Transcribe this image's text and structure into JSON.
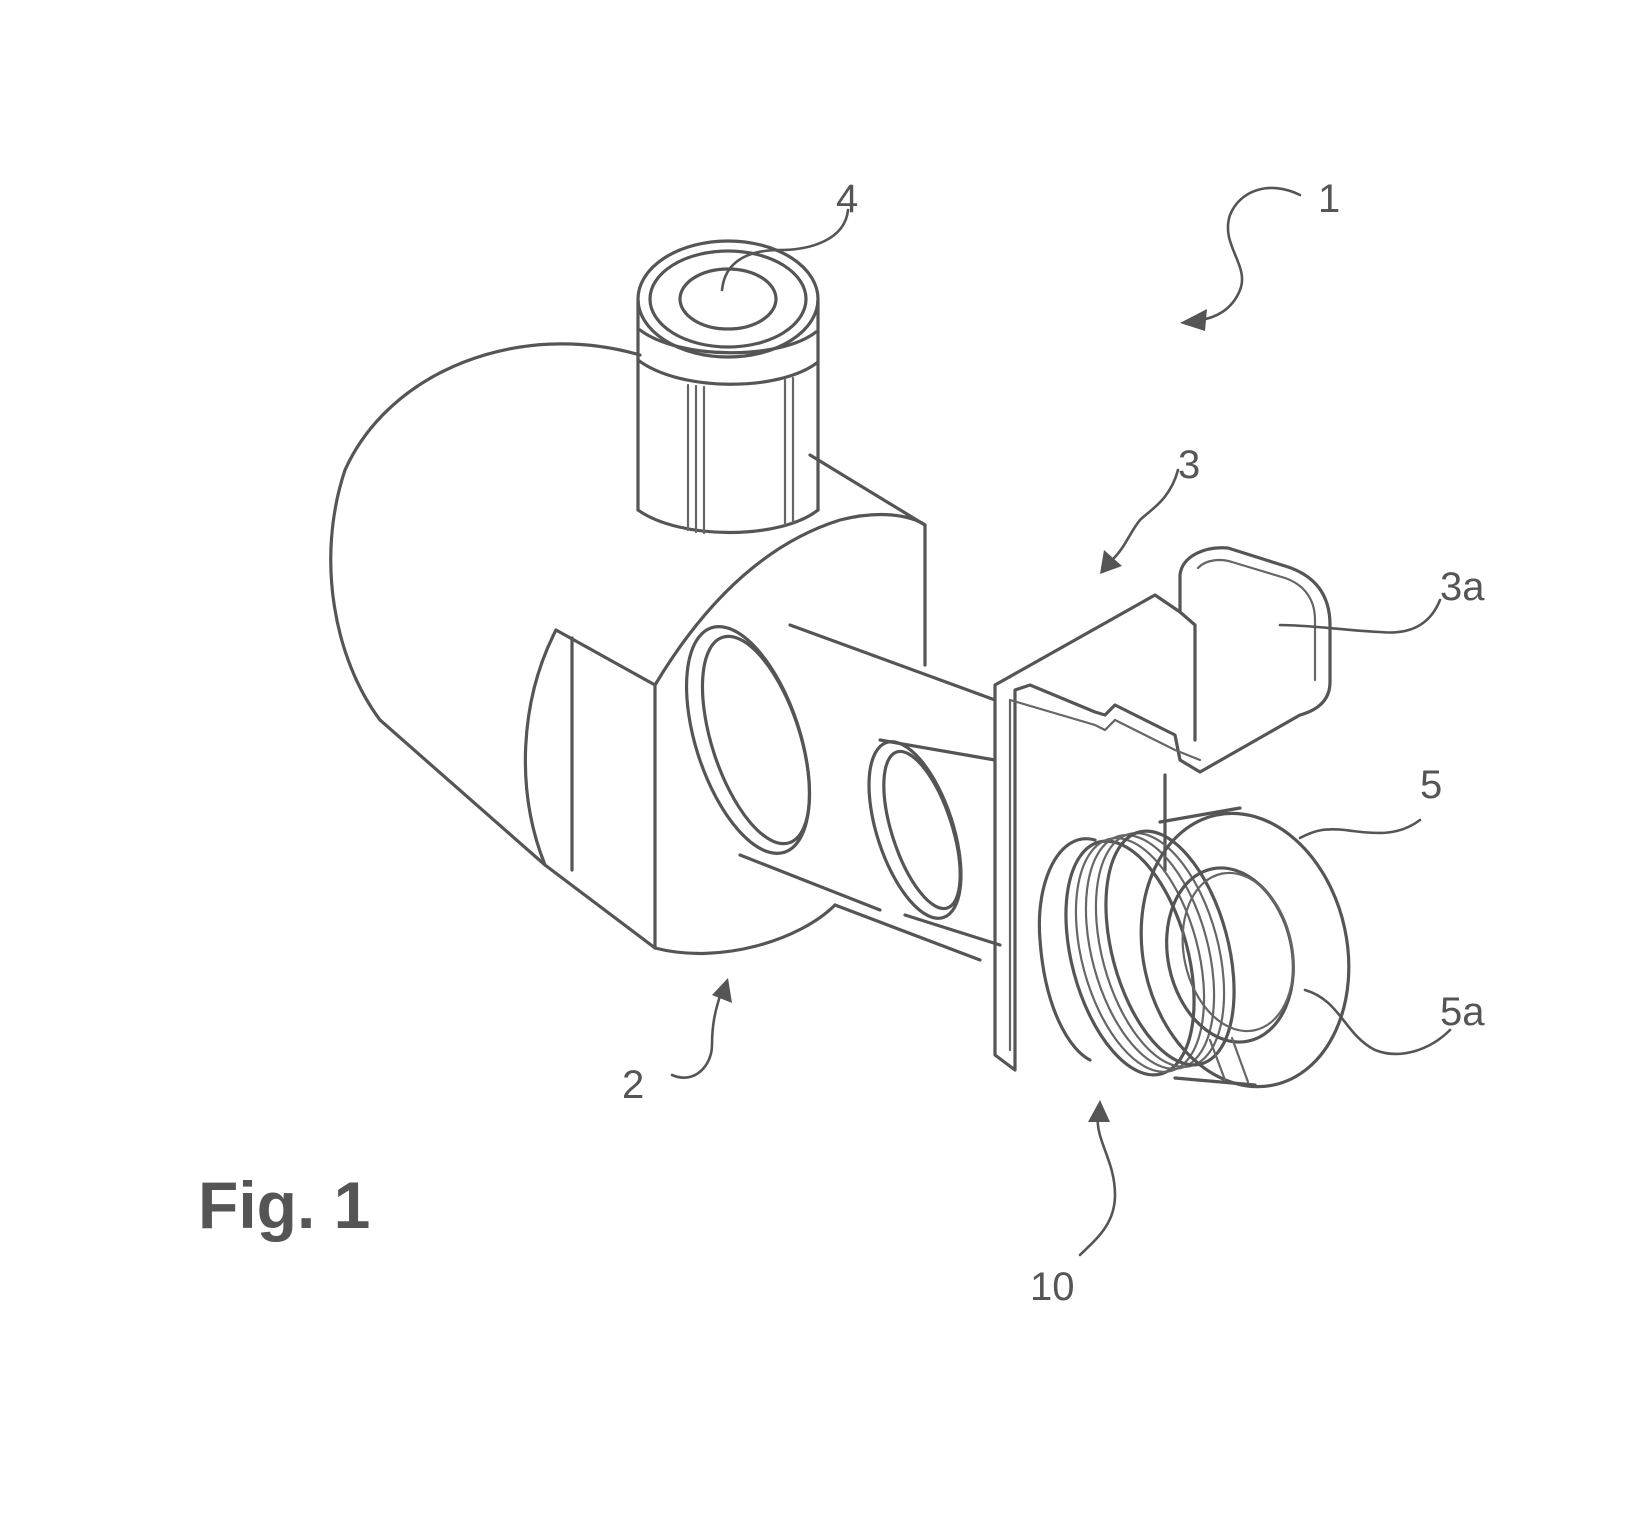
{
  "figure": {
    "caption": "Fig. 1",
    "reference_numerals": {
      "assembly": "1",
      "body": "2",
      "lever": "3",
      "lever_tab": "3a",
      "top_connector": "4",
      "outlet_nut": "5",
      "outlet_face": "5a",
      "thread": "10"
    }
  }
}
